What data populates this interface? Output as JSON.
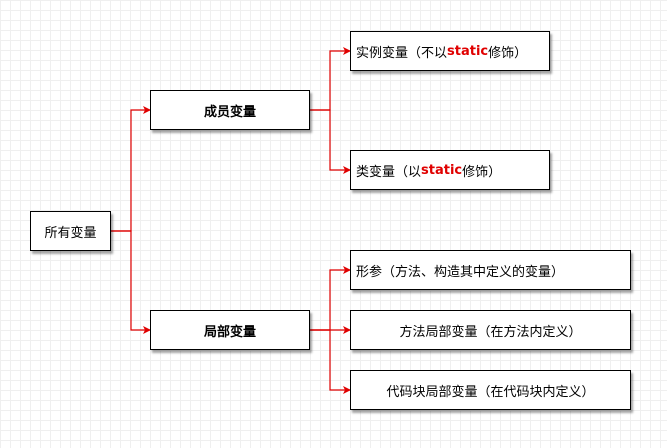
{
  "colors": {
    "connector": "#e00000",
    "keyword": "#e00000",
    "grid": "#efefef",
    "border": "#000000"
  },
  "nodes": {
    "root": {
      "label": "所有变量"
    },
    "member": {
      "label": "成员变量"
    },
    "local": {
      "label": "局部变量"
    },
    "instance": {
      "prefix": "实例变量（不以",
      "keyword": "static",
      "suffix": "修饰）"
    },
    "class_var": {
      "prefix": "类变量（以",
      "keyword": "static",
      "suffix": "修饰）"
    },
    "param": {
      "label": "形参（方法、构造其中定义的变量）"
    },
    "method_local": {
      "label": "方法局部变量（在方法内定义）"
    },
    "block_local": {
      "label": "代码块局部变量（在代码块内定义）"
    }
  },
  "edges": [
    {
      "from": "root",
      "to": "member"
    },
    {
      "from": "root",
      "to": "local"
    },
    {
      "from": "member",
      "to": "instance"
    },
    {
      "from": "member",
      "to": "class_var"
    },
    {
      "from": "local",
      "to": "param"
    },
    {
      "from": "local",
      "to": "method_local"
    },
    {
      "from": "local",
      "to": "block_local"
    }
  ]
}
